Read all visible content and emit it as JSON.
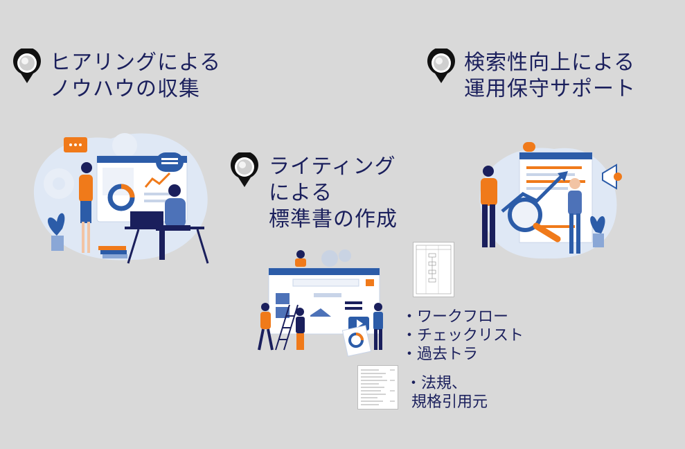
{
  "sections": {
    "hearing": {
      "line1": "ヒアリングによる",
      "line2": "ノウハウの収集"
    },
    "search": {
      "line1": "検索性向上による",
      "line2": "運用保守サポート"
    },
    "writing": {
      "line1": "ライティング",
      "line2": "による",
      "line3": "標準書の作成"
    }
  },
  "deliverables": {
    "item1": "・ワークフロー",
    "item2": "・チェックリスト",
    "item3": "・過去トラ",
    "item4a": "・法規、",
    "item4b": "規格引用元"
  },
  "icons": [
    "map-pin-icon",
    "speech-bubble-icon",
    "chart-icon",
    "magnifier-icon",
    "megaphone-icon",
    "plant-icon",
    "gear-icon",
    "document-icon"
  ],
  "colors": {
    "background": "#d9d9d9",
    "heading": "#1a1f5c",
    "accent_orange": "#f07a1a",
    "accent_blue": "#2c5ca8",
    "light_blue": "#dfe8f5"
  }
}
